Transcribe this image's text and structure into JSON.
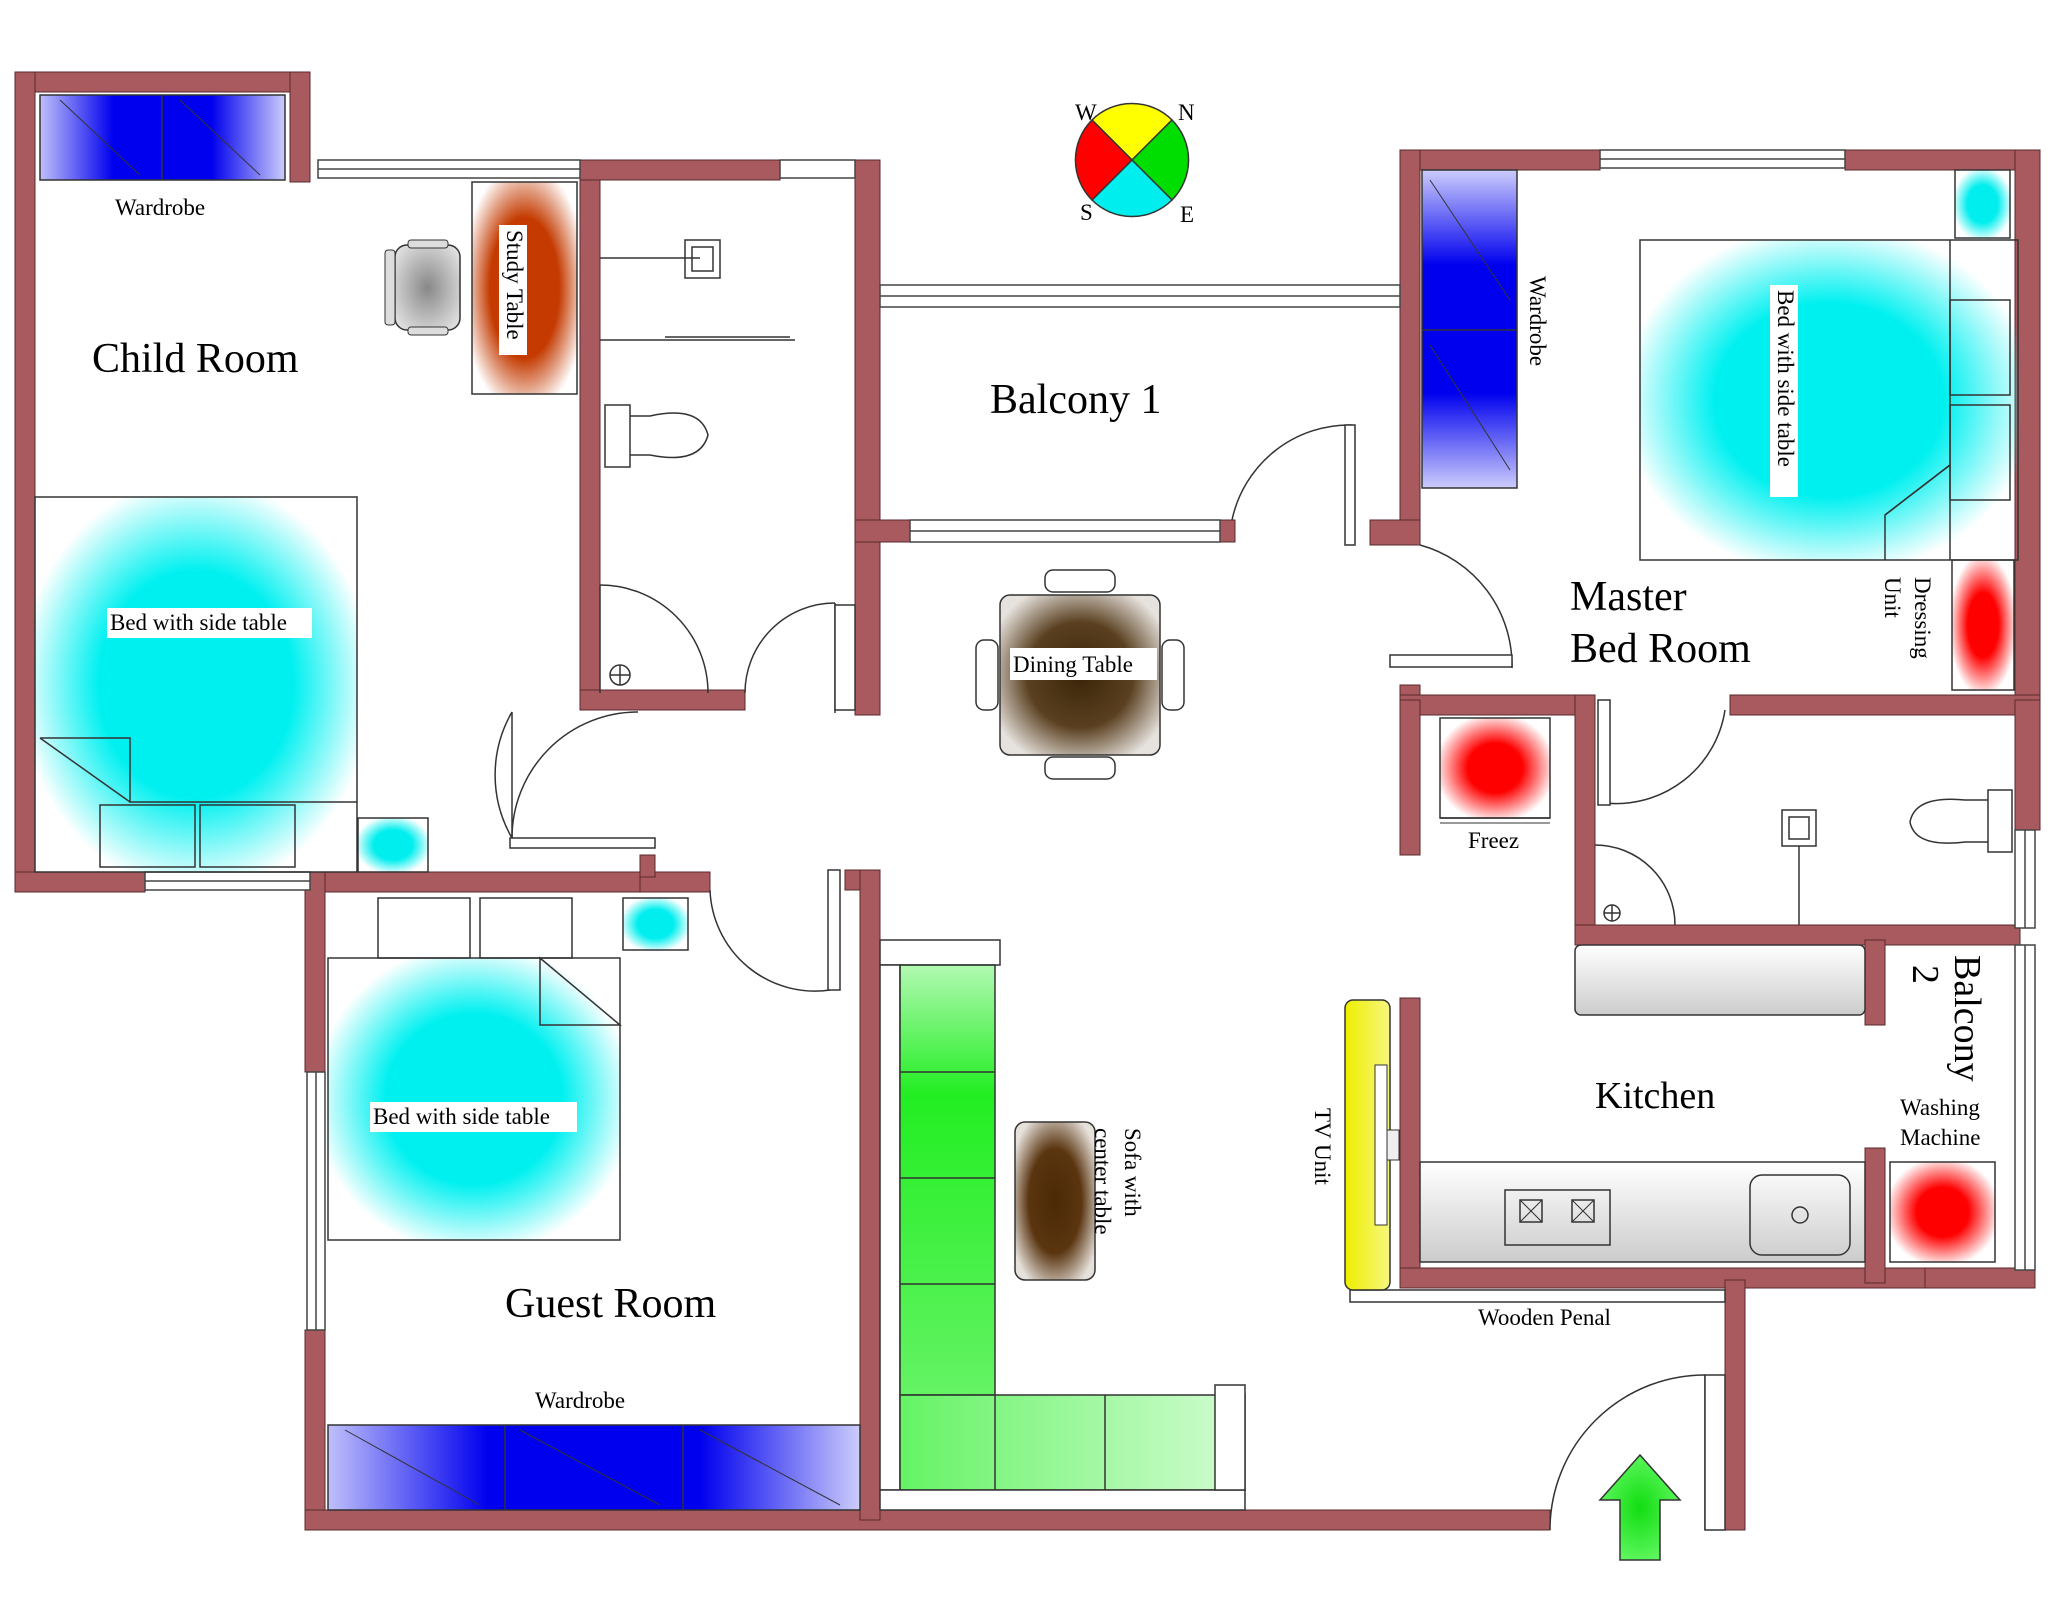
{
  "rooms": {
    "child_room": "Child Room",
    "balcony_1": "Balcony 1",
    "master_line1": "Master",
    "master_line2": "Bed Room",
    "guest_room": "Guest Room",
    "kitchen": "Kitchen",
    "balcony_2_line1": "Balcony",
    "balcony_2_line2": "2"
  },
  "furniture": {
    "wardrobe_child": "Wardrobe",
    "study_table": "Study Table",
    "bed_child": "Bed with side table",
    "wardrobe_master": "Wardrobe",
    "bed_master": "Bed with side table",
    "dressing_line1": "Dressing",
    "dressing_line2": "Unit",
    "dining_table": "Dining Table",
    "freez": "Freez",
    "bed_guest": "Bed with side table",
    "wardrobe_guest": "Wardrobe",
    "sofa_line1": "Sofa with",
    "sofa_line2": "center table",
    "tv_unit": "TV Unit",
    "washing_line1": "Washing",
    "washing_line2": "Machine",
    "wooden_penal": "Wooden Penal"
  },
  "compass": {
    "w": "W",
    "n": "N",
    "s": "S",
    "e": "E"
  },
  "colors": {
    "wall": "#a85a5e",
    "wardrobe": "#0000ee",
    "bed": "#00eeee",
    "study": "#c43a00",
    "red_unit": "#ff0000",
    "dining": "#4a3010",
    "sofa": "#22ee22",
    "tv": "#eeee00",
    "entry_arrow": "#33ee33"
  }
}
